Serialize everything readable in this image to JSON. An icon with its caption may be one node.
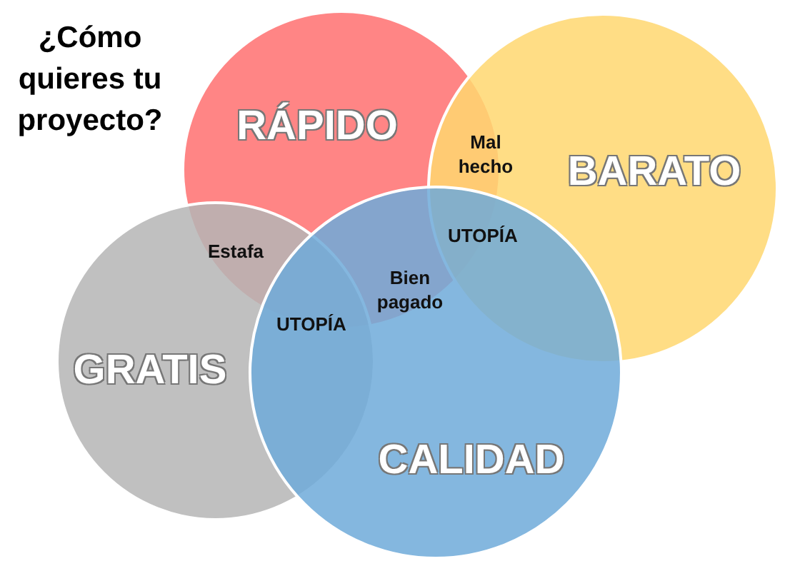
{
  "diagram": {
    "title": "¿Cómo quieres tu proyecto?",
    "nodes": [
      {
        "text": [
          "RÁPIDO"
        ]
      },
      {
        "text": [
          "BARATO"
        ]
      },
      {
        "text": [
          "GRATIS"
        ]
      },
      {
        "text": [
          "CALIDAD"
        ]
      }
    ],
    "labels": [
      "Mal hecho",
      "UTOPÍA",
      "Estafa",
      "Bien pagado",
      "UTOPÍA"
    ]
  }
}
